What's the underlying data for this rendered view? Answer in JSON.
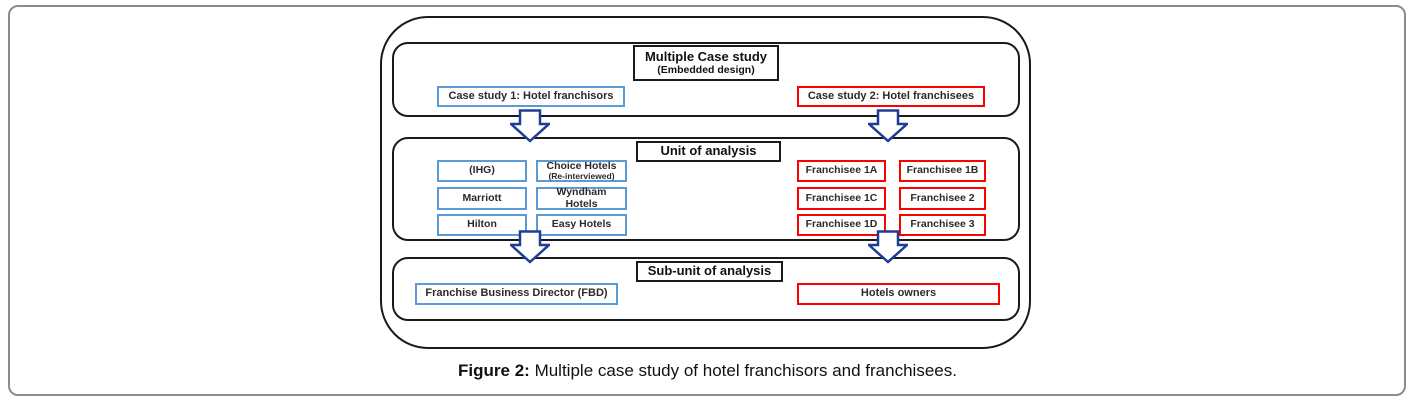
{
  "figure": {
    "caption_label": "Figure 2:",
    "caption_text": " Multiple case study of hotel franchisors and franchisees."
  },
  "diagram": {
    "top": {
      "title_line1": "Multiple Case study",
      "title_line2": "(Embedded design)",
      "case1": "Case study 1: Hotel franchisors",
      "case2": "Case study 2: Hotel franchisees"
    },
    "unit": {
      "title": "Unit of analysis",
      "franchisors": [
        {
          "line1": "(IHG)"
        },
        {
          "line1": "Choice Hotels",
          "line2": "(Re-interviewed)"
        },
        {
          "line1": "Marriott"
        },
        {
          "line1": "Wyndham",
          "line2": "Hotels"
        },
        {
          "line1": "Hilton"
        },
        {
          "line1": "Easy Hotels"
        }
      ],
      "franchisees": [
        {
          "label": "Franchisee 1A"
        },
        {
          "label": "Franchisee 1B"
        },
        {
          "label": "Franchisee 1C"
        },
        {
          "label": "Franchisee 2"
        },
        {
          "label": "Franchisee 1D"
        },
        {
          "label": "Franchisee 3"
        }
      ]
    },
    "subunit": {
      "title": "Sub-unit of analysis",
      "franchisor_subunit": "Franchise Business Director (FBD)",
      "franchisee_subunit": "Hotels owners"
    },
    "colors": {
      "franchisor_border": "#5b9bd5",
      "franchisee_border": "#fe0000",
      "arrow_outline": "#1f3d94",
      "box_outline": "#1a1a1a",
      "card_border": "#8c8c8c"
    }
  }
}
